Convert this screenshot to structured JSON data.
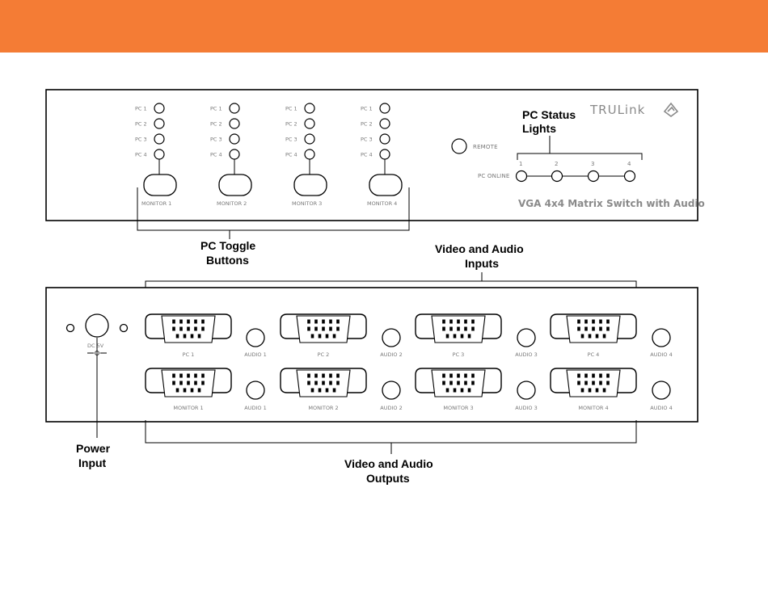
{
  "colors": {
    "header": "#f47c35"
  },
  "front_panel": {
    "monitor_groups": [
      {
        "pc_labels": [
          "PC 1",
          "PC 2",
          "PC 3",
          "PC 4"
        ],
        "button_label": "MONITOR 1"
      },
      {
        "pc_labels": [
          "PC 1",
          "PC 2",
          "PC 3",
          "PC 4"
        ],
        "button_label": "MONITOR 2"
      },
      {
        "pc_labels": [
          "PC 1",
          "PC 2",
          "PC 3",
          "PC 4"
        ],
        "button_label": "MONITOR 3"
      },
      {
        "pc_labels": [
          "PC 1",
          "PC 2",
          "PC 3",
          "PC 4"
        ],
        "button_label": "MONITOR 4"
      }
    ],
    "remote_label": "REMOTE",
    "pc_online_label": "PC ONLINE",
    "status_numbers": [
      "1",
      "2",
      "3",
      "4"
    ],
    "brand": "TRULink",
    "brand_icon": "trulink-logo-icon",
    "product_name": "VGA 4x4 Matrix Switch with Audio"
  },
  "back_panel": {
    "dc_label": "DC 5V",
    "inputs": [
      {
        "vga": "PC 1",
        "audio": "AUDIO 1"
      },
      {
        "vga": "PC 2",
        "audio": "AUDIO 2"
      },
      {
        "vga": "PC 3",
        "audio": "AUDIO 3"
      },
      {
        "vga": "PC 4",
        "audio": "AUDIO 4"
      }
    ],
    "outputs": [
      {
        "vga": "MONITOR 1",
        "audio": "AUDIO 1"
      },
      {
        "vga": "MONITOR 2",
        "audio": "AUDIO 2"
      },
      {
        "vga": "MONITOR 3",
        "audio": "AUDIO 3"
      },
      {
        "vga": "MONITOR 4",
        "audio": "AUDIO 4"
      }
    ]
  },
  "callouts": {
    "pc_status_lights": [
      "PC Status",
      "Lights"
    ],
    "pc_toggle_buttons": [
      "PC Toggle",
      "Buttons"
    ],
    "video_audio_inputs": [
      "Video and Audio",
      "Inputs"
    ],
    "power_input": [
      "Power",
      "Input"
    ],
    "video_audio_outputs": [
      "Video and Audio",
      "Outputs"
    ]
  }
}
